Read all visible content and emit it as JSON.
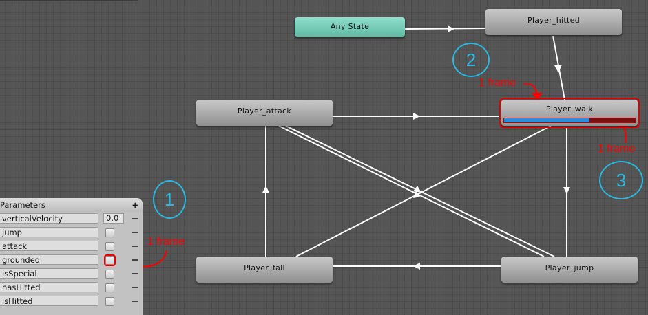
{
  "states": {
    "any": "Any State",
    "hitted": "Player_hitted",
    "attack": "Player_attack",
    "walk": "Player_walk",
    "fall": "Player_fall",
    "jump": "Player_jump"
  },
  "walk_progress": 0.65,
  "parameters": {
    "title": "Parameters",
    "add": "+",
    "items": [
      {
        "name": "verticalVelocity",
        "value": "0.0"
      },
      {
        "name": "jump"
      },
      {
        "name": "attack"
      },
      {
        "name": "grounded"
      },
      {
        "name": "isSpecial"
      },
      {
        "name": "hasHitted"
      },
      {
        "name": "isHitted"
      }
    ]
  },
  "annotations": {
    "note1": "1 frame",
    "note2": "1 frame",
    "note3": "1 frame",
    "c1": "1",
    "c2": "2",
    "c3": "3"
  },
  "colors": {
    "annotation": "#ff0000",
    "circle": "#28b8e0",
    "selected": "#e00000"
  }
}
